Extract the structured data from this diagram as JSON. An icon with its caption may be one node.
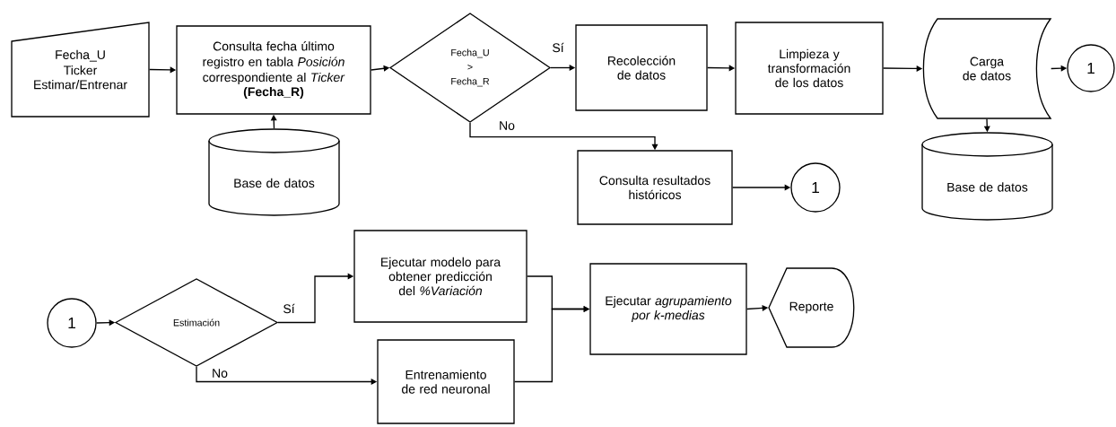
{
  "diagram": {
    "nodes": [
      {
        "text": [
          "Fecha_U",
          "Ticker",
          "Estimar/Entrenar"
        ]
      },
      {
        "text": [
          "Consulta fecha último registro en tabla *Posición* correspondiente al *Ticker*",
          "(Fecha_R)"
        ]
      },
      {
        "text": [
          "Base de datos"
        ]
      },
      {
        "text": [
          "Fecha_U > Fecha_R"
        ]
      },
      {
        "text": [
          "Recolección de datos"
        ]
      },
      {
        "text": [
          "Limpieza y transformación de los datos"
        ]
      },
      {
        "text": [
          "Carga de datos"
        ]
      },
      {
        "text": [
          "1"
        ]
      },
      {
        "text": [
          "Base de datos"
        ]
      },
      {
        "text": [
          "Consulta resultados históricos"
        ]
      },
      {
        "text": [
          "1"
        ]
      },
      {
        "text": [
          "1"
        ]
      },
      {
        "text": [
          "Estimación"
        ]
      },
      {
        "text": [
          "Ejecutar modelo para obtener predicción del *%Variación*"
        ]
      },
      {
        "text": [
          "Entrenamiento de red neuronal"
        ]
      },
      {
        "text": [
          "Ejecutar *agrupamiento por k-medias*"
        ]
      },
      {
        "text": [
          "Reporte"
        ]
      }
    ],
    "edges": [
      {
        "from": 0,
        "to": 1,
        "arrow": "to"
      },
      {
        "from": 2,
        "to": 1,
        "arrow": "to"
      },
      {
        "from": 1,
        "to": 3,
        "arrow": "to"
      },
      {
        "from": 3,
        "to": 4,
        "arrow": "to",
        "label": "Sí"
      },
      {
        "from": 3,
        "to": 9,
        "arrow": "to",
        "label": "No"
      },
      {
        "from": 4,
        "to": 5,
        "arrow": "to"
      },
      {
        "from": 5,
        "to": 6,
        "arrow": "to"
      },
      {
        "from": 6,
        "to": 7,
        "arrow": "to"
      },
      {
        "from": 6,
        "to": 8,
        "arrow": "to"
      },
      {
        "from": 9,
        "to": 10,
        "arrow": "to"
      },
      {
        "from": 11,
        "to": 12,
        "arrow": "to"
      },
      {
        "from": 12,
        "to": 13,
        "arrow": "to",
        "label": "Sí"
      },
      {
        "from": 12,
        "to": 14,
        "arrow": "to",
        "label": "No"
      },
      {
        "from": 13,
        "to": 15,
        "arrow": "to"
      },
      {
        "from": 14,
        "to": 15,
        "arrow": "to"
      },
      {
        "from": 15,
        "to": 16,
        "arrow": "to"
      }
    ]
  }
}
